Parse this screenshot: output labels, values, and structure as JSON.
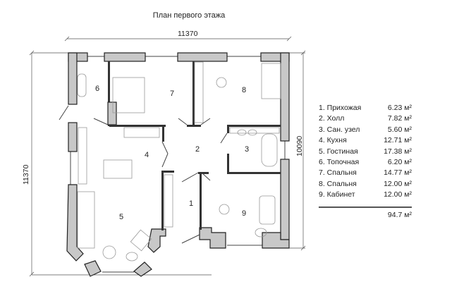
{
  "title": "План первого этажа",
  "dimensions": {
    "top": "11370",
    "left": "11370",
    "right": "10090"
  },
  "rooms": [
    {
      "num": "1",
      "name": "1. Прихожая",
      "area": "6.23 м²"
    },
    {
      "num": "2",
      "name": "2. Холл",
      "area": "7.82 м²"
    },
    {
      "num": "3",
      "name": "3. Сан. узел",
      "area": "5.60 м²"
    },
    {
      "num": "4",
      "name": "4. Кухня",
      "area": "12.71 м²"
    },
    {
      "num": "5",
      "name": "5. Гостиная",
      "area": "17.38 м²"
    },
    {
      "num": "6",
      "name": "6. Топочная",
      "area": "6.20 м²"
    },
    {
      "num": "7",
      "name": "7. Спальня",
      "area": "14.77 м²"
    },
    {
      "num": "8",
      "name": "8. Спальня",
      "area": "12.00 м²"
    },
    {
      "num": "9",
      "name": "9. Кабинет",
      "area": "12.00 м²"
    }
  ],
  "total": "94.7 м²"
}
